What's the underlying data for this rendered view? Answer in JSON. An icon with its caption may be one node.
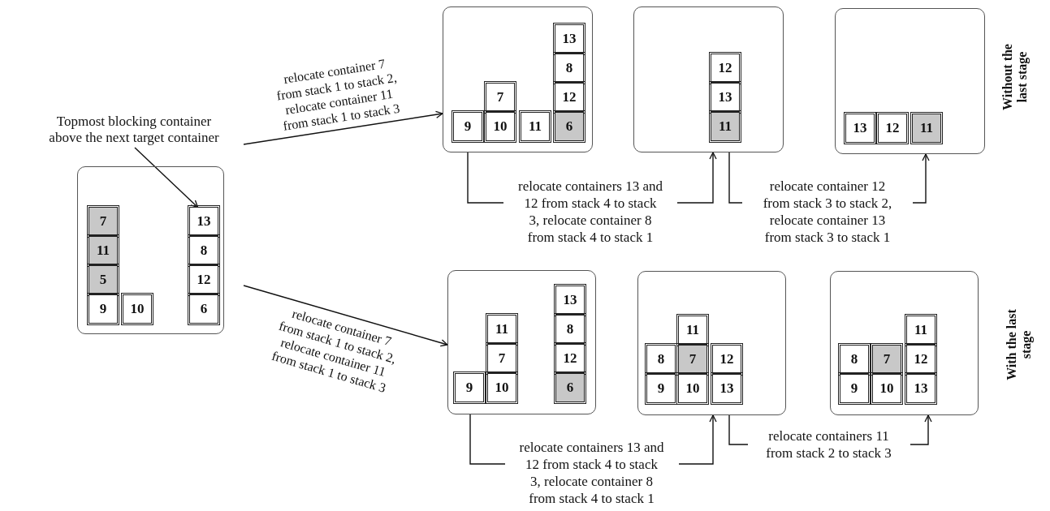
{
  "diagram": {
    "nodes": [
      {
        "text": [
          "Topmost blocking container above the next target container"
        ]
      },
      {
        "text": [],
        "shape": "box"
      },
      {
        "text": [
          "7"
        ],
        "in": 1
      },
      {
        "text": [
          "13"
        ],
        "in": 1
      },
      {
        "text": [
          "11"
        ],
        "in": 1
      },
      {
        "text": [
          "8"
        ],
        "in": 1
      },
      {
        "text": [
          "5"
        ],
        "in": 1
      },
      {
        "text": [
          "12"
        ],
        "in": 1
      },
      {
        "text": [
          "9"
        ],
        "in": 1
      },
      {
        "text": [
          "10"
        ],
        "in": 1
      },
      {
        "text": [
          "6"
        ],
        "in": 1
      },
      {
        "text": [],
        "shape": "box"
      },
      {
        "text": [
          "13"
        ],
        "in": 11
      },
      {
        "text": [
          "8"
        ],
        "in": 11
      },
      {
        "text": [
          "7"
        ],
        "in": 11
      },
      {
        "text": [
          "12"
        ],
        "in": 11
      },
      {
        "text": [
          "9"
        ],
        "in": 11
      },
      {
        "text": [
          "10"
        ],
        "in": 11
      },
      {
        "text": [
          "11"
        ],
        "in": 11
      },
      {
        "text": [
          "6"
        ],
        "in": 11
      },
      {
        "text": [],
        "shape": "box"
      },
      {
        "text": [
          "12"
        ],
        "in": 20
      },
      {
        "text": [
          "13"
        ],
        "in": 20
      },
      {
        "text": [
          "11"
        ],
        "in": 20
      },
      {
        "text": [],
        "shape": "box"
      },
      {
        "text": [
          "13"
        ],
        "in": 24
      },
      {
        "text": [
          "12"
        ],
        "in": 24
      },
      {
        "text": [
          "11"
        ],
        "in": 24
      },
      {
        "text": [],
        "shape": "box"
      },
      {
        "text": [
          "13"
        ],
        "in": 28
      },
      {
        "text": [
          "11"
        ],
        "in": 28
      },
      {
        "text": [
          "8"
        ],
        "in": 28
      },
      {
        "text": [
          "7"
        ],
        "in": 28
      },
      {
        "text": [
          "12"
        ],
        "in": 28
      },
      {
        "text": [
          "9"
        ],
        "in": 28
      },
      {
        "text": [
          "10"
        ],
        "in": 28
      },
      {
        "text": [
          "6"
        ],
        "in": 28
      },
      {
        "text": [],
        "shape": "box"
      },
      {
        "text": [
          "11"
        ],
        "in": 37
      },
      {
        "text": [
          "8"
        ],
        "in": 37
      },
      {
        "text": [
          "7"
        ],
        "in": 37
      },
      {
        "text": [
          "12"
        ],
        "in": 37
      },
      {
        "text": [
          "9"
        ],
        "in": 37
      },
      {
        "text": [
          "10"
        ],
        "in": 37
      },
      {
        "text": [
          "13"
        ],
        "in": 37
      },
      {
        "text": [],
        "shape": "box"
      },
      {
        "text": [
          "11"
        ],
        "in": 45
      },
      {
        "text": [
          "8"
        ],
        "in": 45
      },
      {
        "text": [
          "7"
        ],
        "in": 45
      },
      {
        "text": [
          "12"
        ],
        "in": 45
      },
      {
        "text": [
          "9"
        ],
        "in": 45
      },
      {
        "text": [
          "10"
        ],
        "in": 45
      },
      {
        "text": [
          "13"
        ],
        "in": 45
      }
    ],
    "edges": [
      {
        "from": 0,
        "to": 3,
        "arrow": "to"
      },
      {
        "from": null,
        "to": 11,
        "arrow": "to",
        "label": "relocate container 7 from stack 1 to stack 2, relocate container 11 from stack 1 to stack 3"
      },
      {
        "from": null,
        "to": 28,
        "arrow": "to",
        "label": "relocate container 7 from stack 1 to stack 2, relocate container 11 from stack 1 to stack 3"
      },
      {
        "from": 11,
        "to": 20,
        "arrow": "to",
        "label": "relocate containers 13 and 12 from stack 4 to stack 3, relocate container 8 from stack 4 to stack 1"
      },
      {
        "from": 20,
        "to": 24,
        "arrow": "to",
        "label": "relocate container 12 from stack 3 to stack 2, relocate container 13 from stack 3 to stack 1"
      },
      {
        "from": 28,
        "to": 37,
        "arrow": "to",
        "label": "relocate containers 13 and 12 from stack 4 to stack 3, relocate container 8 from stack 4 to stack 1"
      },
      {
        "from": 37,
        "to": 45,
        "arrow": "to",
        "label": "relocate containers 11 from stack 2 to stack 3"
      }
    ],
    "labels": [
      "Without the last stage",
      "With the last stage"
    ]
  }
}
